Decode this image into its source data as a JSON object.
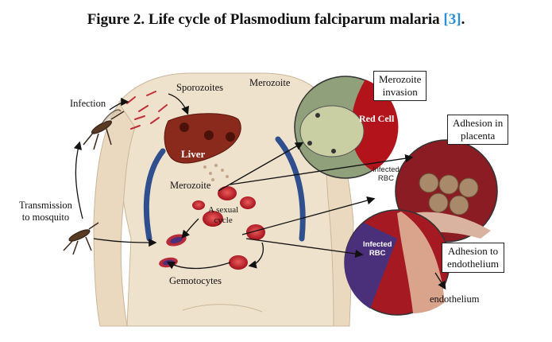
{
  "caption": {
    "prefix": "Figure 2. Life cycle of Plasmodium falciparum malaria ",
    "ref": "[3]",
    "suffix": "."
  },
  "labels": {
    "infection": "Infection",
    "sporozoites": "Sporozoites",
    "merozoite_top": "Merozoite",
    "liver": "Liver",
    "merozoite_mid": "Merozoite",
    "asexual_line1": "A sexual",
    "asexual_line2": "cycle",
    "transmission_line1": "Transmission",
    "transmission_line2": "to mosquito",
    "gemotocytes": "Gemotocytes",
    "red_cell": "Red Cell",
    "infected_rbc_1_line1": "Infected",
    "infected_rbc_1_line2": "RBC",
    "infected_rbc_2_line1": "Infected",
    "infected_rbc_2_line2": "RBC",
    "endothelium": "endothelium"
  },
  "boxes": {
    "merozoite_invasion_line1": "Merozoite",
    "merozoite_invasion_line2": "invasion",
    "adhesion_placenta_line1": "Adhesion in",
    "adhesion_placenta_line2": "placenta",
    "adhesion_endothelium_line1": "Adhesion to",
    "adhesion_endothelium_line2": "endothelium"
  },
  "colors": {
    "skin": "#efe2cc",
    "blood_red": "#b3131b",
    "liver": "#8a2a1c",
    "vein_blue": "#2f4f8f",
    "caption_ref": "#2a8fd6"
  }
}
